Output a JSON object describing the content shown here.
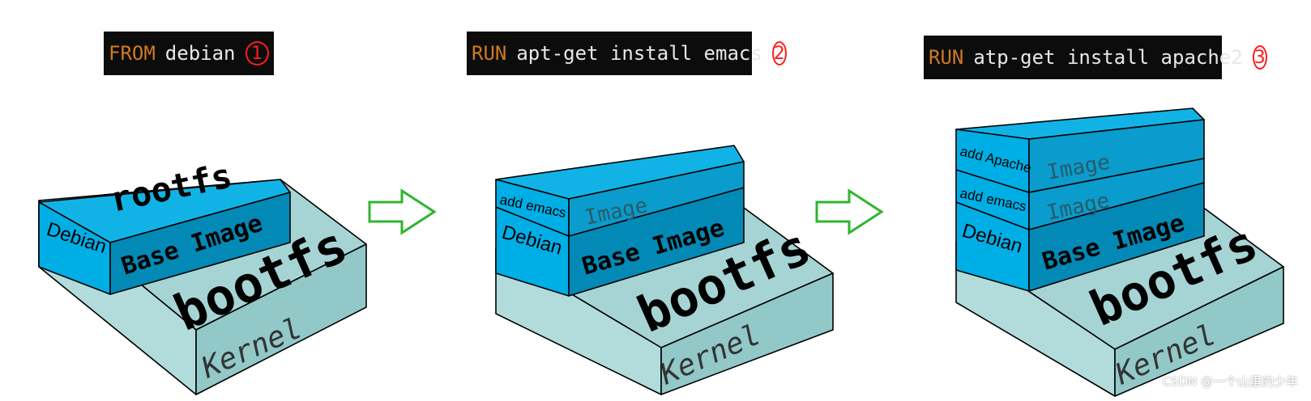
{
  "commands": [
    {
      "keyword": "FROM",
      "argument": "debian",
      "step": "1"
    },
    {
      "keyword": "RUN",
      "argument": "apt-get install emacs",
      "step": "2"
    },
    {
      "keyword": "RUN",
      "argument": "atp-get install apache2",
      "step": "3"
    }
  ],
  "stacks": [
    {
      "kernel": "Kernel",
      "bootfs": "bootfs",
      "debian": "Debian",
      "base": "Base Image",
      "rootfs": "rootfs"
    },
    {
      "kernel": "Kernel",
      "bootfs": "bootfs",
      "debian": "Debian",
      "base": "Base Image",
      "emacs_side": "add emacs",
      "emacs_front": "Image"
    },
    {
      "kernel": "Kernel",
      "bootfs": "bootfs",
      "debian": "Debian",
      "base": "Base Image",
      "emacs_side": "add emacs",
      "emacs_front": "Image",
      "apache_side": "add Apache",
      "apache_front": "Image"
    }
  ],
  "watermark": "CSDN @一个山里的少年",
  "colors": {
    "cyan_front": "#00aee6",
    "cyan_top": "#11b3e6",
    "cyan_dark": "#0389b6",
    "kernel_front": "#b2dcdc",
    "kernel_top": "#a6d4d4",
    "kernel_side": "#92c8c8",
    "arrow": "#2fb52f",
    "command_bg": "#0c0c0c"
  }
}
